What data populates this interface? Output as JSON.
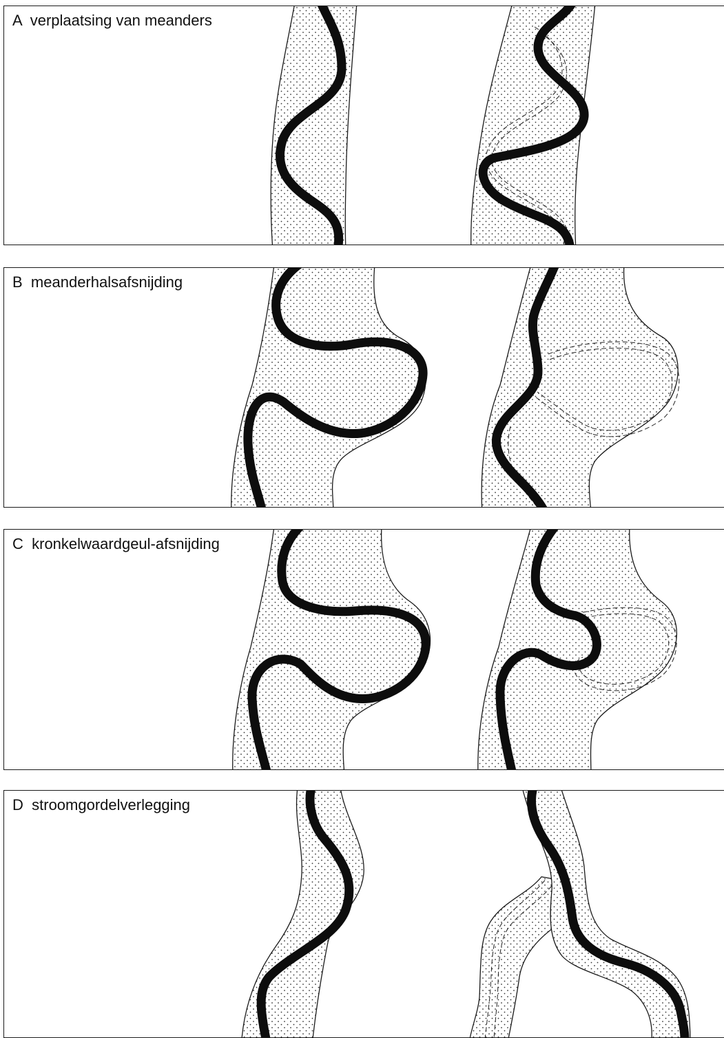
{
  "panels": [
    {
      "id": "A",
      "letter": "A",
      "title": "verplaatsing van meanders"
    },
    {
      "id": "B",
      "letter": "B",
      "title": "meanderhalsafsnijding"
    },
    {
      "id": "C",
      "letter": "C",
      "title": "kronkelwaardgeul-afsnijding"
    },
    {
      "id": "D",
      "letter": "D",
      "title": "stroomgordelverlegging"
    }
  ],
  "colors": {
    "line": "#0d0d0d",
    "dots": "#333333",
    "background": "#ffffff"
  }
}
